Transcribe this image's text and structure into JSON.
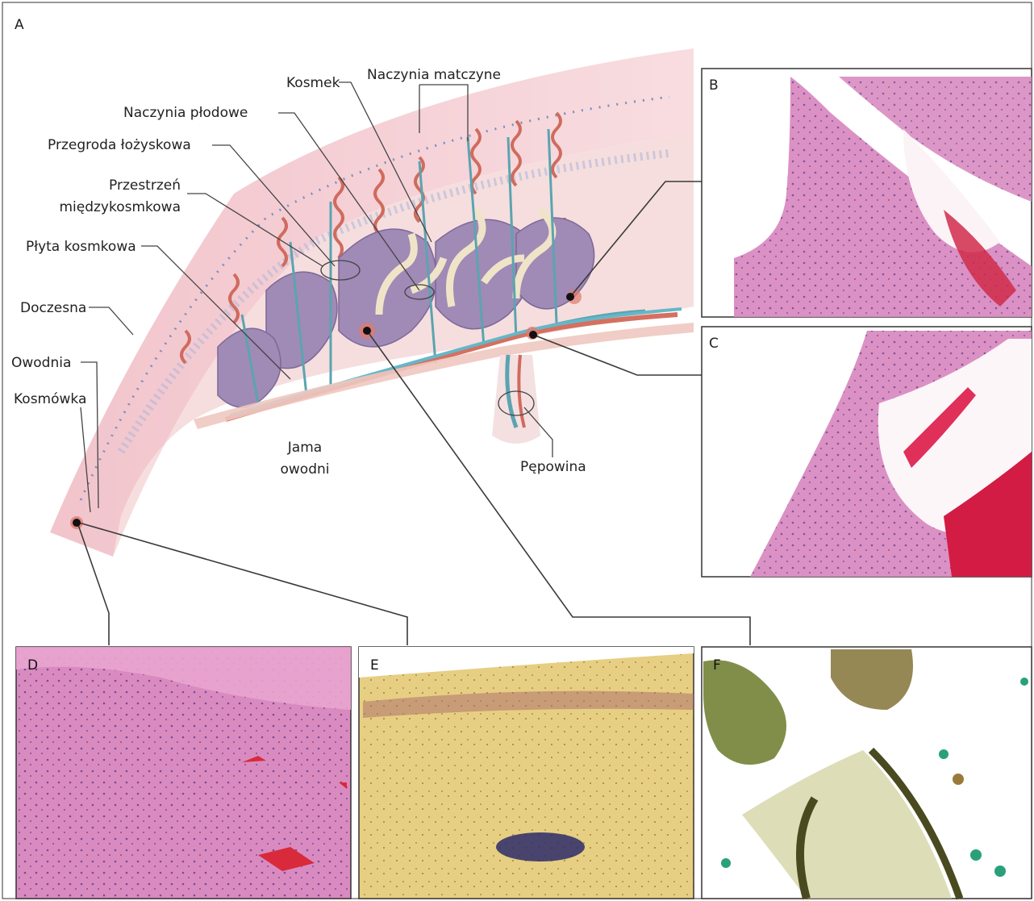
{
  "figure": {
    "panel_labels": {
      "a": "A",
      "b": "B",
      "c": "C",
      "d": "D",
      "e": "E",
      "f": "F"
    },
    "labels": {
      "maternal_vessels": "Naczynia matczyne",
      "villus": "Kosmek",
      "fetal_vessels": "Naczynia płodowe",
      "placental_septum": "Przegroda łożyskowa",
      "intervillous_space_1": "Przestrzeń",
      "intervillous_space_2": "międzykosmkowa",
      "chorionic_plate": "Płyta kosmkowa",
      "decidua": "Doczesna",
      "amnion": "Owodnia",
      "chorion": "Kosmówka",
      "amniotic_cavity_1": "Jama",
      "amniotic_cavity_2": "owodni",
      "umbilical_cord": "Pępowina"
    }
  }
}
